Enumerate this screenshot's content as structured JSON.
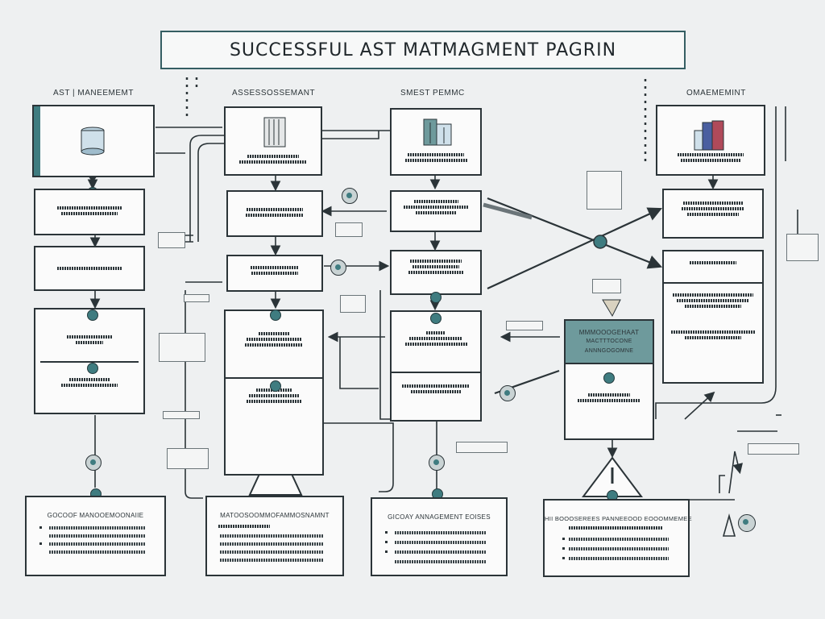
{
  "title": "SUCCESSFUL AST MATMAGMENT PAGRIN",
  "columns": {
    "c1": "AST | MANEEMEMT",
    "c2": "ASSESSOSSEMANT",
    "c3": "SMEST PEMMC",
    "c4": "OMAEMEMINT"
  },
  "bottom_boxes": {
    "b1": "GOCOOF MANOOEMOONAIIE",
    "b2": "MATOOSOOMMOFAMMOSNAMNT",
    "b3": "GICOAY ANNAGEMENT EOISES",
    "b4": "HII BOOOSEREES PANNEEOOD EOOOMMEMEE"
  },
  "highlight_box": {
    "line1": "MMMOOOGEHAAT",
    "line2": "MACTTTOCONE",
    "line3": "ANNNGOGOMNE"
  },
  "colors": {
    "accent": "#3f7c80",
    "accent_light": "#6e9a9c",
    "line": "#2b3438",
    "background": "#eef0f1"
  }
}
